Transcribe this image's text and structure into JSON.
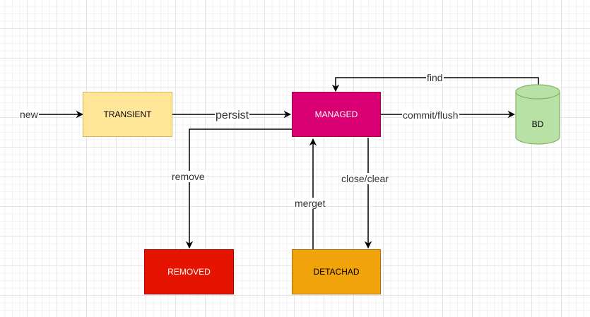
{
  "nodes": {
    "transient": {
      "label": "TRANSIENT",
      "fill": "#ffe699",
      "stroke": "#d6b656",
      "text_color": "#000000"
    },
    "managed": {
      "label": "MANAGED",
      "fill": "#d80073",
      "stroke": "#a50040",
      "text_color": "#ffffff"
    },
    "removed": {
      "label": "REMOVED",
      "fill": "#e51400",
      "stroke": "#b20000",
      "text_color": "#ffffff"
    },
    "detachad": {
      "label": "DETACHAD",
      "fill": "#f0a30a",
      "stroke": "#bd7000",
      "text_color": "#000000"
    },
    "bd": {
      "label": "BD",
      "fill": "#b9e0a5",
      "stroke": "#82b366",
      "text_color": "#000000"
    }
  },
  "edges": {
    "new": "new",
    "persist": "persist",
    "commit_flush": "commit/flush",
    "find": "find",
    "remove": "remove",
    "close_clear": "close/clear",
    "merget": "merget"
  },
  "colors": {
    "edge": "#000000",
    "label_text": "#333333"
  }
}
